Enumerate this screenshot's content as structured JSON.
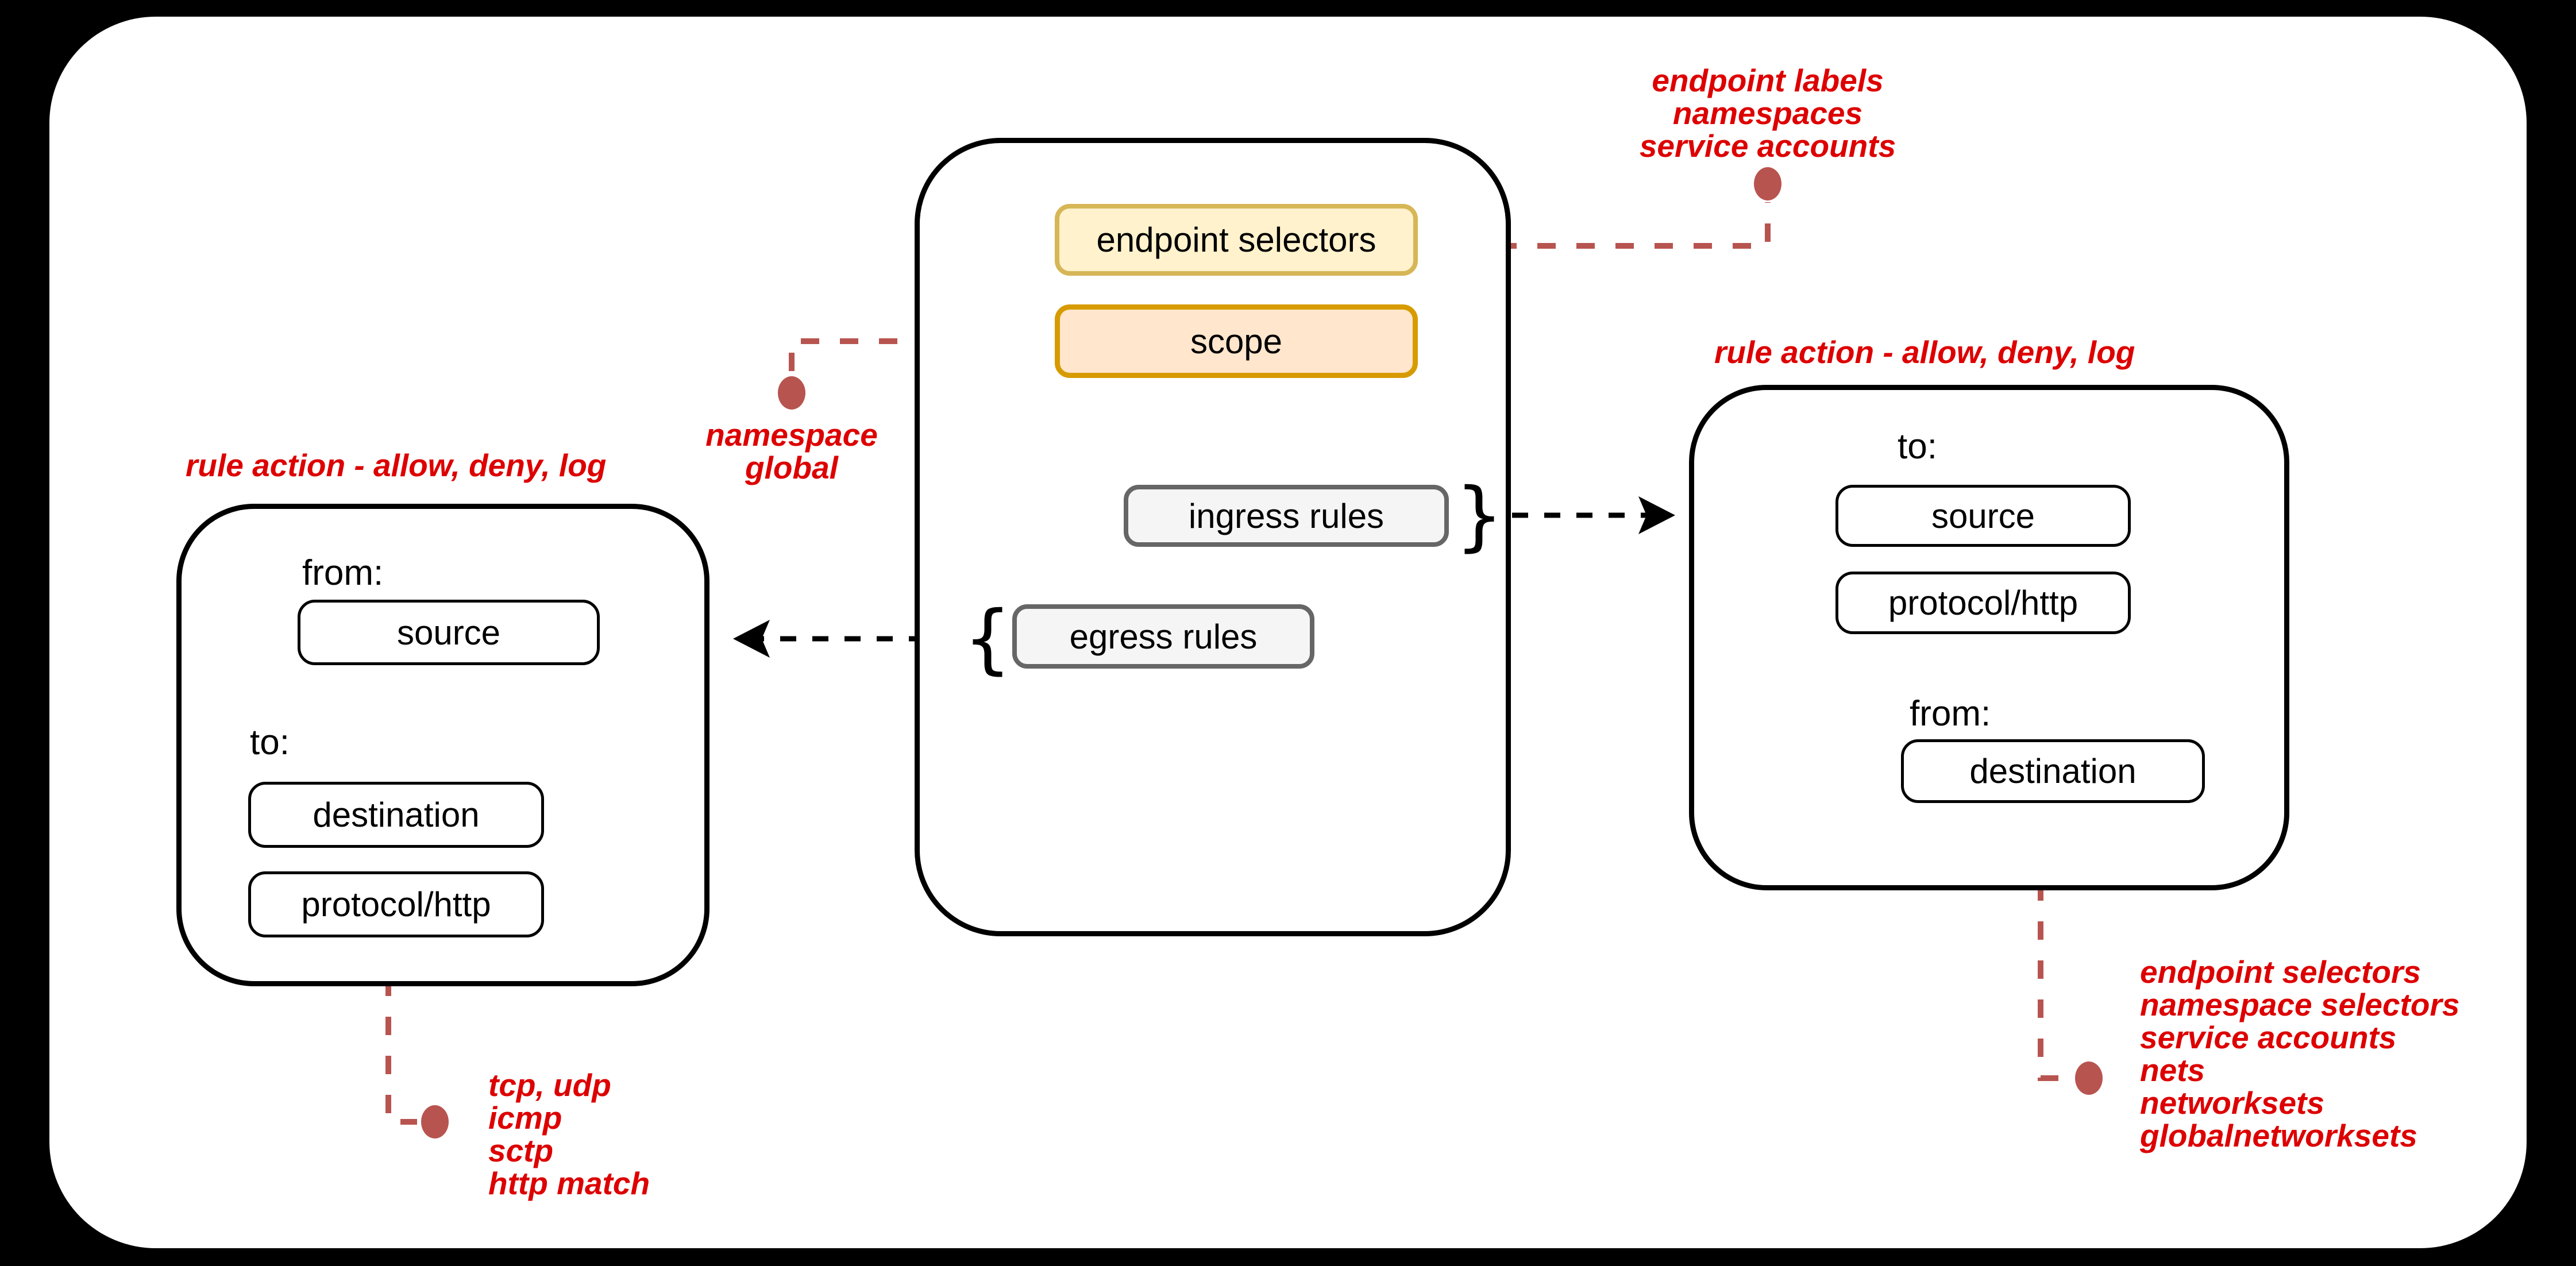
{
  "policy_box": {
    "endpoint_selectors_label": "endpoint selectors",
    "scope_label": "scope",
    "ingress_rules_label": "ingress rules",
    "egress_rules_label": "egress rules",
    "ingress_brace": "}",
    "egress_brace": "{"
  },
  "egress_detail_box": {
    "title": "rule action - allow, deny, log",
    "from_label": "from:",
    "source_label": "source",
    "to_label": "to:",
    "destination_label": "destination",
    "protocol_label": "protocol/http"
  },
  "ingress_detail_box": {
    "title": "rule action - allow, deny, log",
    "to_label": "to:",
    "source_label": "source",
    "protocol_label": "protocol/http",
    "from_label": "from:",
    "destination_label": "destination"
  },
  "annotations": {
    "endpoint_selector_values": [
      "endpoint labels",
      "namespaces",
      "service accounts"
    ],
    "scope_values": [
      "namespace",
      "global"
    ],
    "protocol_values": [
      "tcp, udp",
      "icmp",
      "sctp",
      "http match"
    ],
    "destination_values": [
      "endpoint selectors",
      "namespace selectors",
      "service accounts",
      "nets",
      "networksets",
      "globalnetworksets"
    ]
  },
  "colors": {
    "background": "#000000",
    "card": "#FFFFFF",
    "annotation_text": "#DD0000",
    "connector": "#B85450",
    "endpoint_selectors_fill": "#FFF2CC",
    "endpoint_selectors_stroke": "#D6B656",
    "scope_fill": "#FFE6CC",
    "scope_stroke": "#D79B00",
    "rules_fill": "#F5F5F5",
    "rules_stroke": "#666666"
  }
}
